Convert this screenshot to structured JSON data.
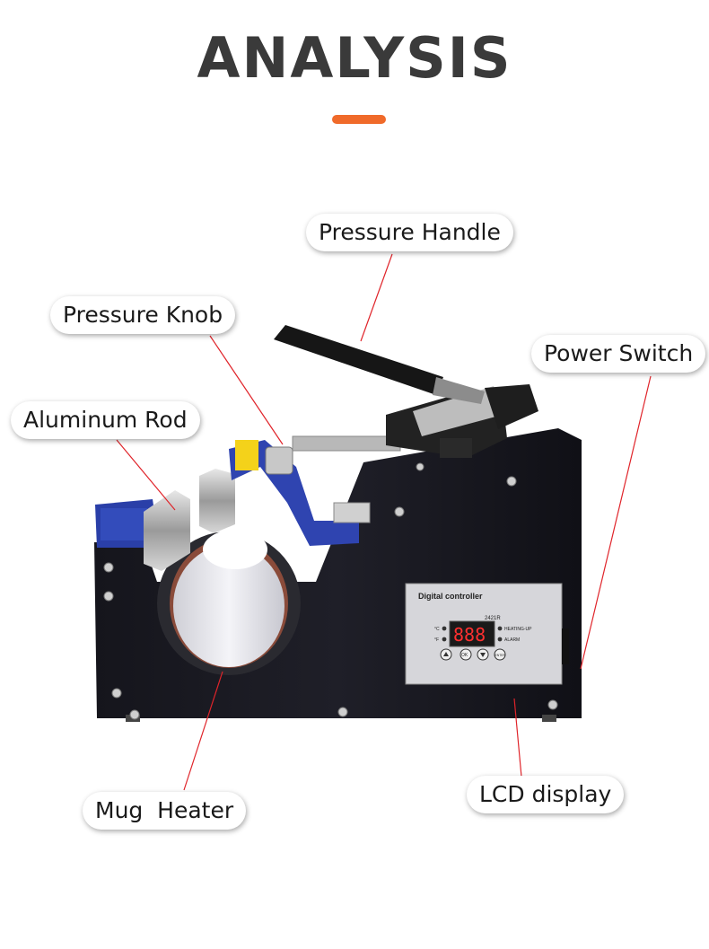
{
  "title": "ANALYSIS",
  "accent_color": "#f06a2a",
  "leader_color": "#e0242a",
  "labels": {
    "pressure_handle": "Pressure Handle",
    "pressure_knob": "Pressure Knob",
    "power_switch": "Power Switch",
    "aluminum_rod": "Aluminum Rod",
    "mug_heater": "Mug  Heater",
    "lcd_display": "LCD display"
  },
  "controller": {
    "heading": "Digital controller",
    "model": "2421R",
    "readout": "888",
    "indicator_heating": "HEATING-UP",
    "indicator_alarm": "ALARM",
    "unit_c": "°C",
    "unit_f": "°F",
    "key_ok": "OK",
    "key_enter": "ENTER"
  },
  "icons": [
    "up-arrow-icon",
    "down-arrow-icon"
  ]
}
